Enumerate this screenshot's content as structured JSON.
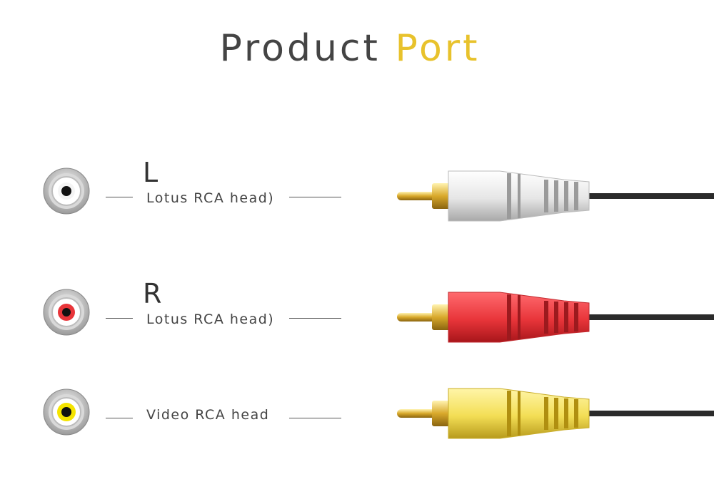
{
  "title": {
    "text_main": "Product",
    "text_accent": "Port",
    "accent_color": "#E8C22C"
  },
  "ports": [
    {
      "letter": "L",
      "label": "Lotus RCA head)",
      "color": "#F2F2F2",
      "ring_color": "#FFFFFF",
      "icon": "white-rca-jack-icon"
    },
    {
      "letter": "R",
      "label": "Lotus RCA head)",
      "color": "#E8353A",
      "ring_color": "#E8353A",
      "icon": "red-rca-jack-icon"
    },
    {
      "letter": "",
      "label": "Video RCA head",
      "color": "#F3DE55",
      "ring_color": "#F5E400",
      "icon": "yellow-rca-jack-icon"
    }
  ]
}
